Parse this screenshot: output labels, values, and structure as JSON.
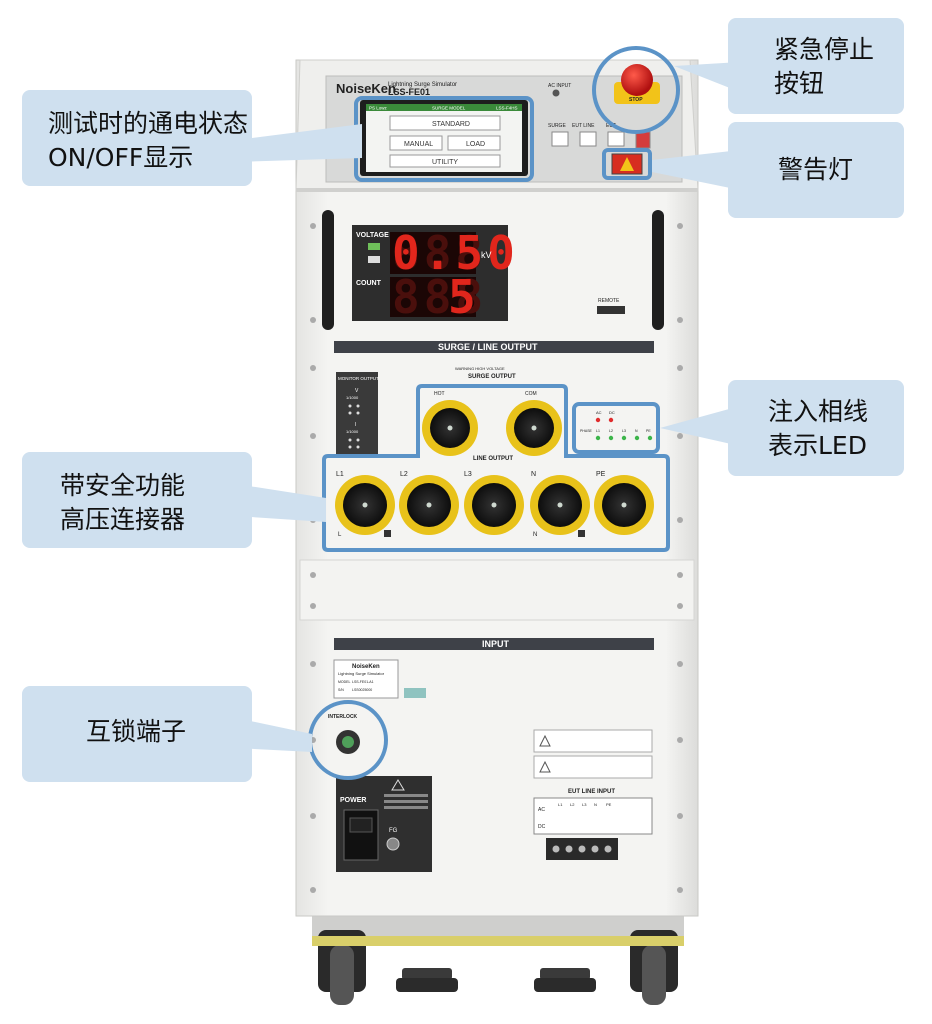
{
  "device": {
    "brand": "NoiseKen",
    "subtitle": "Lightning Surge Simulator",
    "model": "LSS-FE01",
    "ac_input_label": "AC INPUT",
    "lcd": {
      "status_left": "PS Lowz",
      "status_mid": "SURGE MODEL",
      "status_right": "LSS-F4HS",
      "btn_standard": "STANDARD",
      "btn_manual": "MANUAL",
      "btn_load": "LOAD",
      "btn_utility": "UTILITY"
    },
    "front_buttons": [
      "SURGE",
      "EUT LINE",
      "EUT"
    ],
    "stop_label": "STOP",
    "display": {
      "voltage_label": "VOLTAGE",
      "voltage_value": "0.50",
      "voltage_unit": "kV",
      "count_label": "COUNT",
      "count_value": "5"
    },
    "remote_label": "REMOTE",
    "surge_line_output_bar": "SURGE / LINE OUTPUT",
    "monitor_output_label": "MONITOR OUTPUT",
    "monitor_v": "V",
    "monitor_v_ratio": "1/1000",
    "monitor_i": "I",
    "monitor_i_ratio": "1/1000",
    "warning_label": "WARNING HIGH VOLTAGE",
    "surge_output_label": "SURGE OUTPUT",
    "surge_hot": "HOT",
    "surge_com": "COM",
    "line_output_label": "LINE OUTPUT",
    "line_terminals": [
      "L1",
      "L2",
      "L3",
      "N",
      "PE"
    ],
    "line_minor_l": "L",
    "line_minor_n": "N",
    "led_labels_top": [
      "AC",
      "DC"
    ],
    "led_labels_bottom": [
      "PHASE",
      "L1",
      "L2",
      "L3",
      "N",
      "PE"
    ],
    "input_bar": "INPUT",
    "nameplate_brand": "NoiseKen",
    "nameplate_title": "Lightning Surge Simulator",
    "nameplate_model_key": "MODEL",
    "nameplate_model_val": "LSS-FE01-A1",
    "nameplate_sn_key": "S/N",
    "nameplate_sn_val": "LSS0025000",
    "interlock_label": "INTERLOCK",
    "power_label": "POWER",
    "fg_label": "FG",
    "eut_line_input_label": "EUT LINE INPUT",
    "eut_row_ac": "AC",
    "eut_row_dc": "DC",
    "eut_cols": [
      "L1",
      "L2",
      "L3",
      "N",
      "PE"
    ]
  },
  "callouts": {
    "power_state": [
      "测试时的通电状态",
      "ON/OFF显示"
    ],
    "estop": [
      "紧急停止",
      "按钮"
    ],
    "warning_lamp": [
      "警告灯"
    ],
    "phase_led": [
      "注入相线",
      "表示LED"
    ],
    "hv_connector": [
      "带安全功能",
      "高压连接器"
    ],
    "interlock": [
      "互锁端子"
    ]
  },
  "colors": {
    "callout_fill": "#cfe0ef",
    "highlight": "#5b93c7",
    "connector_yellow": "#e8c21a",
    "estop_red": "#d3191b",
    "segment_red": "#e1261c"
  }
}
